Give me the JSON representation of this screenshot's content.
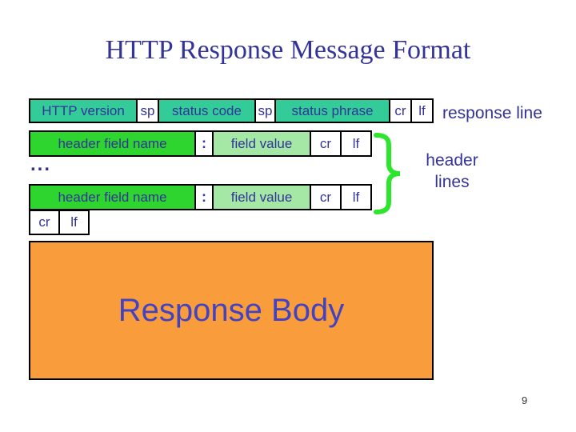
{
  "slide": {
    "title": "HTTP Response Message Format",
    "page_number": "9"
  },
  "colors": {
    "text_blue": "#333399",
    "teal_box": "#33CC99",
    "green_box": "#2ED52E",
    "pale_green_box": "#A5E8A5",
    "orange_box": "#F99D3C",
    "brace_green": "#2EE52E",
    "body_text": "#4343C0"
  },
  "diagram": {
    "response_line_row": {
      "cells": [
        {
          "label": "HTTP version"
        },
        {
          "label": "sp"
        },
        {
          "label": "status code"
        },
        {
          "label": "sp"
        },
        {
          "label": "status phrase"
        },
        {
          "label": "cr"
        },
        {
          "label": "lf"
        }
      ],
      "annotation": "response line"
    },
    "header_row_1": {
      "cells": [
        {
          "label": "header field name"
        },
        {
          "label": ":"
        },
        {
          "label": "field value"
        },
        {
          "label": "cr"
        },
        {
          "label": "lf"
        }
      ]
    },
    "ellipsis": "...",
    "header_row_2": {
      "cells": [
        {
          "label": "header field name"
        },
        {
          "label": ":"
        },
        {
          "label": "field value"
        },
        {
          "label": "cr"
        },
        {
          "label": "lf"
        }
      ]
    },
    "crlf_row": {
      "cells": [
        {
          "label": "cr"
        },
        {
          "label": "lf"
        }
      ]
    },
    "header_lines_annotation": {
      "line1": "header",
      "line2": "lines"
    },
    "body": {
      "label": "Response Body"
    }
  }
}
